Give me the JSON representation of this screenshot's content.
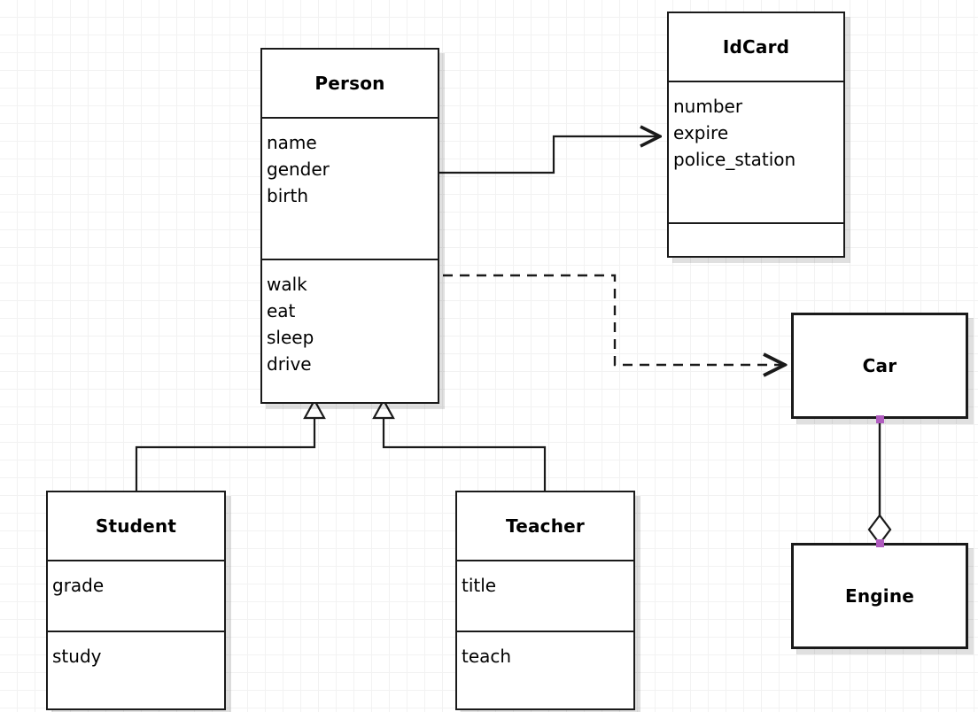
{
  "diagram": {
    "kind": "uml-class-diagram",
    "background": "#ffffff",
    "grid_color": "#f2f2f2",
    "grid_size": 20,
    "line_color": "#1a1a1a",
    "handle_color": "#b05cbf"
  },
  "classes": {
    "person": {
      "name": "Person",
      "attributes": [
        "name",
        "gender",
        "birth"
      ],
      "operations": [
        "walk",
        "eat",
        "sleep",
        "drive"
      ]
    },
    "idcard": {
      "name": "IdCard",
      "attributes": [
        "number",
        "expire",
        "police_station"
      ],
      "operations": []
    },
    "student": {
      "name": "Student",
      "attributes": [
        "grade"
      ],
      "operations": [
        "study"
      ]
    },
    "teacher": {
      "name": "Teacher",
      "attributes": [
        "title"
      ],
      "operations": [
        "teach"
      ]
    },
    "car": {
      "name": "Car",
      "attributes": [],
      "operations": []
    },
    "engine": {
      "name": "Engine",
      "attributes": [],
      "operations": []
    }
  },
  "relationships": [
    {
      "id": "person-idcard",
      "type": "association",
      "source": "Person",
      "target": "IdCard",
      "style": "solid",
      "arrow": "open"
    },
    {
      "id": "person-car",
      "type": "dependency",
      "source": "Person",
      "target": "Car",
      "style": "dashed",
      "arrow": "open"
    },
    {
      "id": "student-person",
      "type": "generalization",
      "source": "Student",
      "target": "Person",
      "style": "solid",
      "arrow": "hollow-triangle"
    },
    {
      "id": "teacher-person",
      "type": "generalization",
      "source": "Teacher",
      "target": "Person",
      "style": "solid",
      "arrow": "hollow-triangle"
    },
    {
      "id": "car-engine",
      "type": "aggregation",
      "source": "Car",
      "target": "Engine",
      "style": "solid",
      "arrow": "hollow-diamond"
    }
  ]
}
